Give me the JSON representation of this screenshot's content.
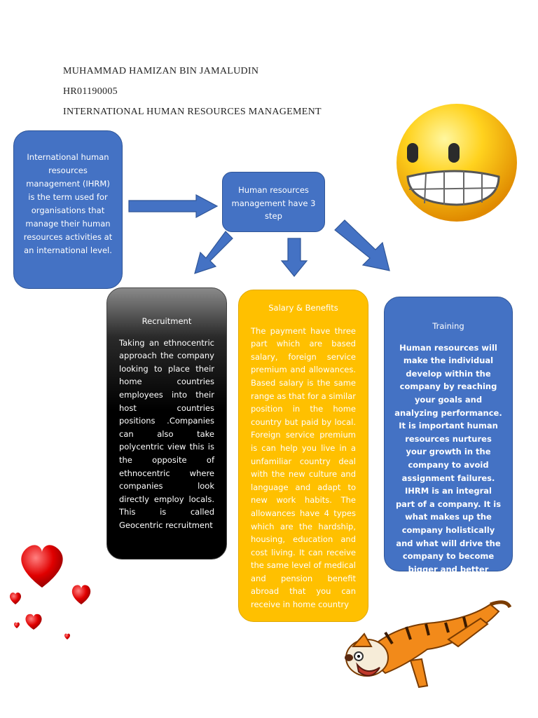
{
  "header": {
    "name": "MUHAMMAD HAMIZAN BIN JAMALUDIN",
    "id": "HR01190005",
    "course": "INTERNATIONAL HUMAN RESOURCES MANAGEMENT"
  },
  "intro_box": {
    "text": "International human resources management (IHRM) is the term used for organisations that manage their human resources activities at an international level."
  },
  "steps_box": {
    "text": "Human resources management have 3 step"
  },
  "recruitment": {
    "title": "Recruitment",
    "body": "Taking an ethnocentric approach the company looking to place their home countries employees into their host countries positions .Companies can also take polycentric view this is the opposite of ethnocentric where companies look directly employ locals. This is called Geocentric recruitment"
  },
  "salary": {
    "title": "Salary & Benefits",
    "body": "The payment have three part which are based salary, foreign service premium and allowances. Based salary is the same range as that for a similar position in the home country but paid by local. Foreign service premium is can help you live in a unfamiliar country deal with the new culture and language and adapt to new work habits. The allowances have 4 types which are the hardship, housing, education and cost living. It can receive the same level of medical and pension benefit abroad that you can receive in home country"
  },
  "training": {
    "title": "Training",
    "body": "Human resources will make the individual develop within the company by reaching your goals and analyzing performance. It is important human resources nurtures your growth in the company to avoid assignment failures. IHRM is an integral part of a company. It is what makes up the company holistically and what will drive the company to become bigger and better"
  },
  "colors": {
    "blue": "#4472c4",
    "black": "#000000",
    "yellow": "#ffc000"
  },
  "icons": [
    "grin-emoji",
    "hearts",
    "tiger-cartoon"
  ]
}
